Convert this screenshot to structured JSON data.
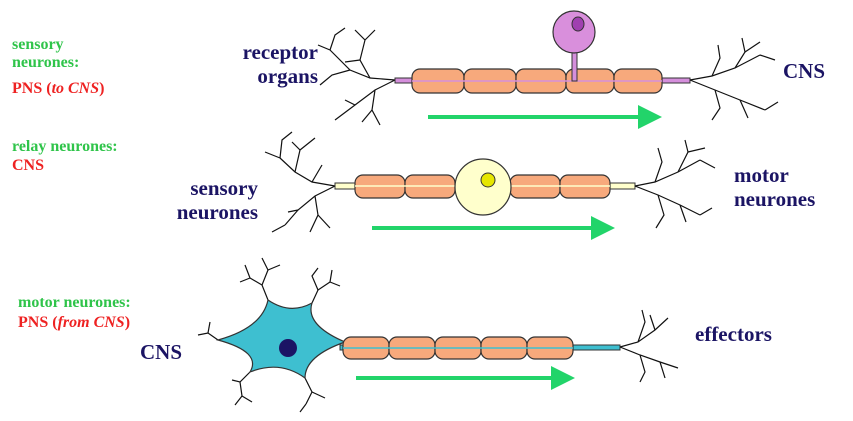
{
  "rows": [
    {
      "title": "sensory neurones:",
      "title_line1": "sensory",
      "title_line2": "neurones:",
      "location": "PNS",
      "location_detail": "to CNS",
      "input_label_line1": "receptor",
      "input_label_line2": "organs",
      "output_label": "CNS"
    },
    {
      "title": "relay neurones:",
      "location": "CNS",
      "input_label_line1": "sensory",
      "input_label_line2": "neurones",
      "output_label_line1": "motor",
      "output_label_line2": "neurones"
    },
    {
      "title": "motor neurones:",
      "location": "PNS",
      "location_detail": "from CNS",
      "input_label": "CNS",
      "output_label": "effectors"
    }
  ],
  "colors": {
    "title": "#2fc44a",
    "location": "#ee2222",
    "labels": "#1b1464",
    "myelin": "#f7a97c",
    "axon_sensory": "#d58fdc",
    "body_sensory": "#d98fdc",
    "body_relay": "#ffffcc",
    "body_motor": "#3ebfd0",
    "arrow": "#22d46a"
  }
}
